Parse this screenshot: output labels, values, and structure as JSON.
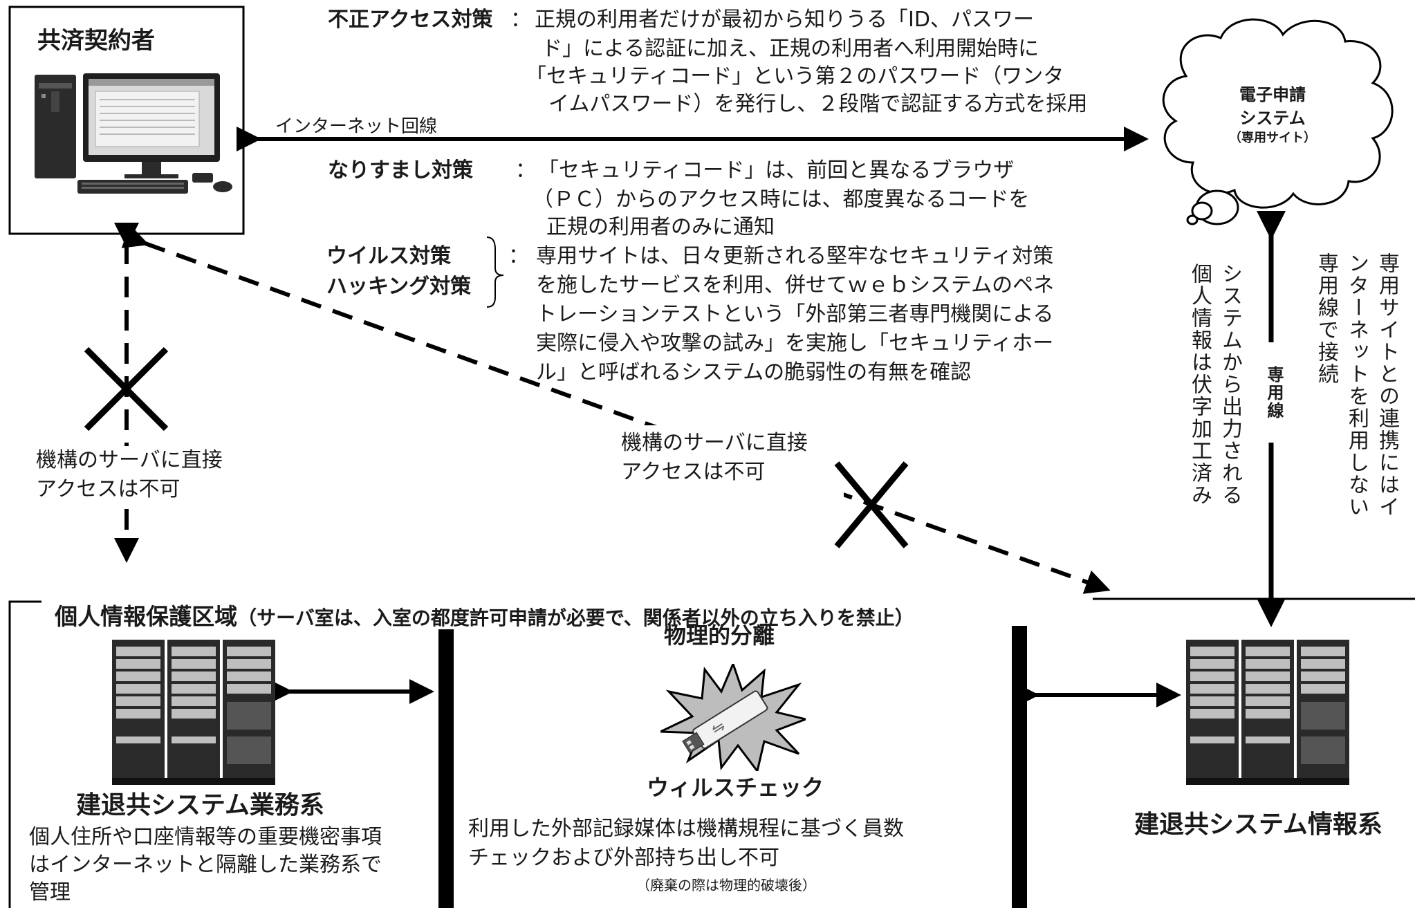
{
  "member": {
    "title": "共済契約者"
  },
  "cloud": {
    "line1": "電子申請",
    "line2": "システム",
    "line3": "（専用サイト）"
  },
  "internet_label": "インターネット回線",
  "countermeasures": {
    "unauth": {
      "label": "不正アクセス対策",
      "colon": "：",
      "lines": [
        "正規の利用者だけが最初から知りうる「ID、パスワー",
        "ド」による認証に加え、正規の利用者へ利用開始時に",
        "「セキュリティコード」という第２のパスワード（ワンタ",
        "イムパスワード）を発行し、２段階で認証する方式を採用"
      ]
    },
    "spoof": {
      "label": "なりすまし対策",
      "colon": "：",
      "lines": [
        "「セキュリティコード」は、前回と異なるブラウザ",
        "（ＰＣ）からのアクセス時には、都度異なるコードを",
        "正規の利用者のみに通知"
      ]
    },
    "virus": {
      "label1": "ウイルス対策",
      "label2": "ハッキング対策",
      "colon": "：",
      "lines": [
        "専用サイトは、日々更新される堅牢なセキュリティ対策",
        "を施したサービスを利用、併せてｗｅｂシステムのペネ",
        "トレーションテストという「外部第三者専門機関による",
        "実際に侵入や攻撃の試み」を実施し「セキュリティホー",
        "ル」と呼ばれるシステムの脆弱性の有無を確認"
      ]
    }
  },
  "no_access_left": {
    "line1": "機構のサーバに直接",
    "line2": "アクセスは不可"
  },
  "no_access_mid": {
    "line1": "機構のサーバに直接",
    "line2": "アクセスは不可"
  },
  "vertical": {
    "masked": [
      "システムから出力される",
      "個人情報は伏字加工済み"
    ],
    "dedicated_label": "専用線",
    "no_internet": [
      "専用サイトとの連携にはイ",
      "ンターネットを利用しない",
      "専用線で接続"
    ]
  },
  "zone": {
    "title": "個人情報保護区域",
    "subtitle": "（サーバ室は、入室の都度許可申請が必要で、関係者以外の立ち入りを禁止）",
    "separation": "物理的分離",
    "virus_check": "ウィルスチェック",
    "media_note": [
      "利用した外部記録媒体は機構規程に基づく員数",
      "チェックおよび外部持ち出し不可"
    ],
    "disposal_note": "（廃棄の際は物理的破壊後）",
    "business": {
      "title": "建退共システム業務系",
      "desc": [
        "個人住所や口座情報等の重要機密事項",
        "はインターネットと隔離した業務系で",
        "管理"
      ]
    },
    "info": {
      "title": "建退共システム情報系"
    }
  }
}
